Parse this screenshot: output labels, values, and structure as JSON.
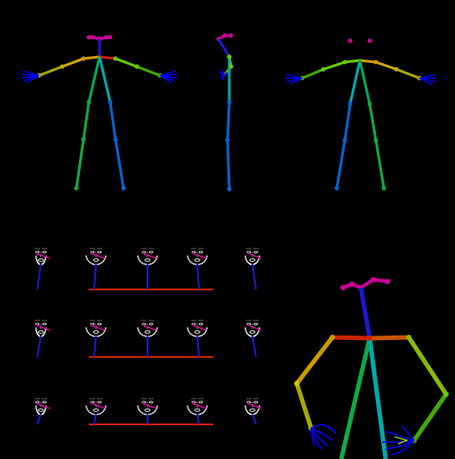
{
  "background": "#000000",
  "palette": {
    "head": "#cc0099",
    "neck": "#1a1acc",
    "shoulder_left": "#cc9900",
    "shoulder_right": "#cc2200",
    "upper_arm_left": "#ccaa00",
    "upper_arm_right": "#66cc00",
    "forearm_left": "#a8a800",
    "forearm_right": "#44aa00",
    "torso_left": "#00aa55",
    "torso_right": "#00aaaa",
    "leg_left": "#11aa44",
    "leg_right": "#0066cc",
    "hand": "#0000ff",
    "face_points": "#ffffff"
  },
  "figures": [
    {
      "id": "front-view",
      "label": "",
      "view": "front"
    },
    {
      "id": "side-view",
      "label": "",
      "view": "side"
    },
    {
      "id": "back-view",
      "label": "",
      "view": "back"
    },
    {
      "id": "face-grid",
      "label": "",
      "view": "faces",
      "rows": 3,
      "columns": 5
    },
    {
      "id": "closeup",
      "label": "",
      "view": "closeup"
    }
  ]
}
